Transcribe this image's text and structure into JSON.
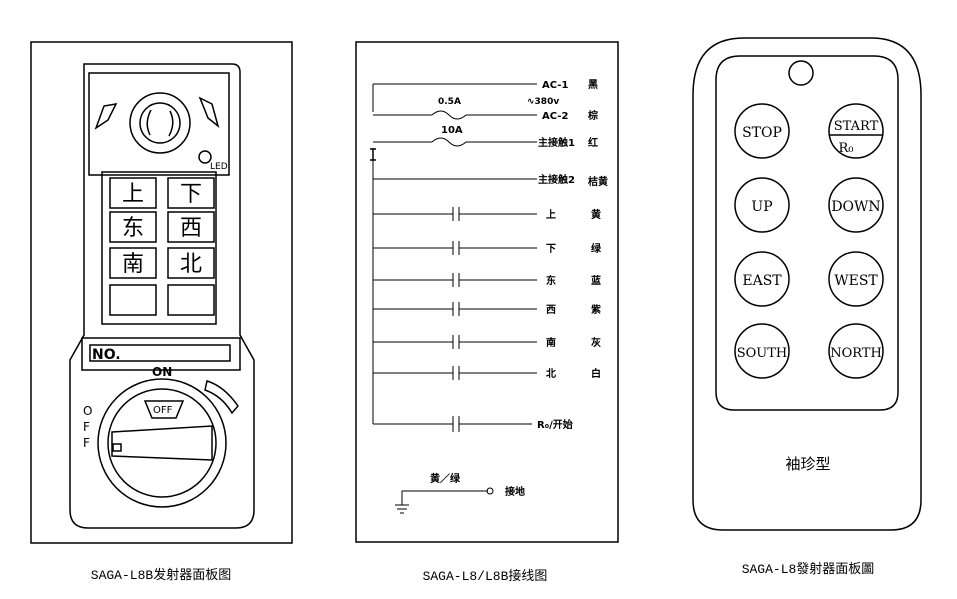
{
  "panels": {
    "left": {
      "caption": "SAGA-L8B发射器面板图",
      "led_label": "LED",
      "buttons": [
        "上",
        "下",
        "东",
        "西",
        "南",
        "北",
        "",
        ""
      ],
      "no_label": "NO.",
      "on_label": "ON",
      "off_label": "OFF",
      "off_side": [
        "O",
        "F",
        "F"
      ]
    },
    "middle": {
      "caption": "SAGA-L8/L8B接线图",
      "power": {
        "ac1": "AC-1",
        "ac1_color": "黑",
        "ac2": "AC-2",
        "ac2_color": "棕",
        "voltage": "∿380v",
        "fuse1": "0.5A",
        "fuse2": "10A"
      },
      "contacts": [
        {
          "label": "主接触1",
          "color": "红"
        },
        {
          "label": "主接触2",
          "color": "桔黄"
        }
      ],
      "switches": [
        {
          "label": "上",
          "color": "黄"
        },
        {
          "label": "下",
          "color": "绿"
        },
        {
          "label": "东",
          "color": "蓝"
        },
        {
          "label": "西",
          "color": "紫"
        },
        {
          "label": "南",
          "color": "灰"
        },
        {
          "label": "北",
          "color": "白"
        }
      ],
      "start_label": "R₀/开始",
      "ground_color": "黄／绿",
      "ground_label": "接地"
    },
    "right": {
      "caption": "SAGA-L8發射器面板圖",
      "buttons": [
        "STOP",
        "START",
        "UP",
        "DOWN",
        "EAST",
        "WEST",
        "SOUTH",
        "NORTH"
      ],
      "start_sub": "R₀",
      "model": "袖珍型"
    }
  }
}
